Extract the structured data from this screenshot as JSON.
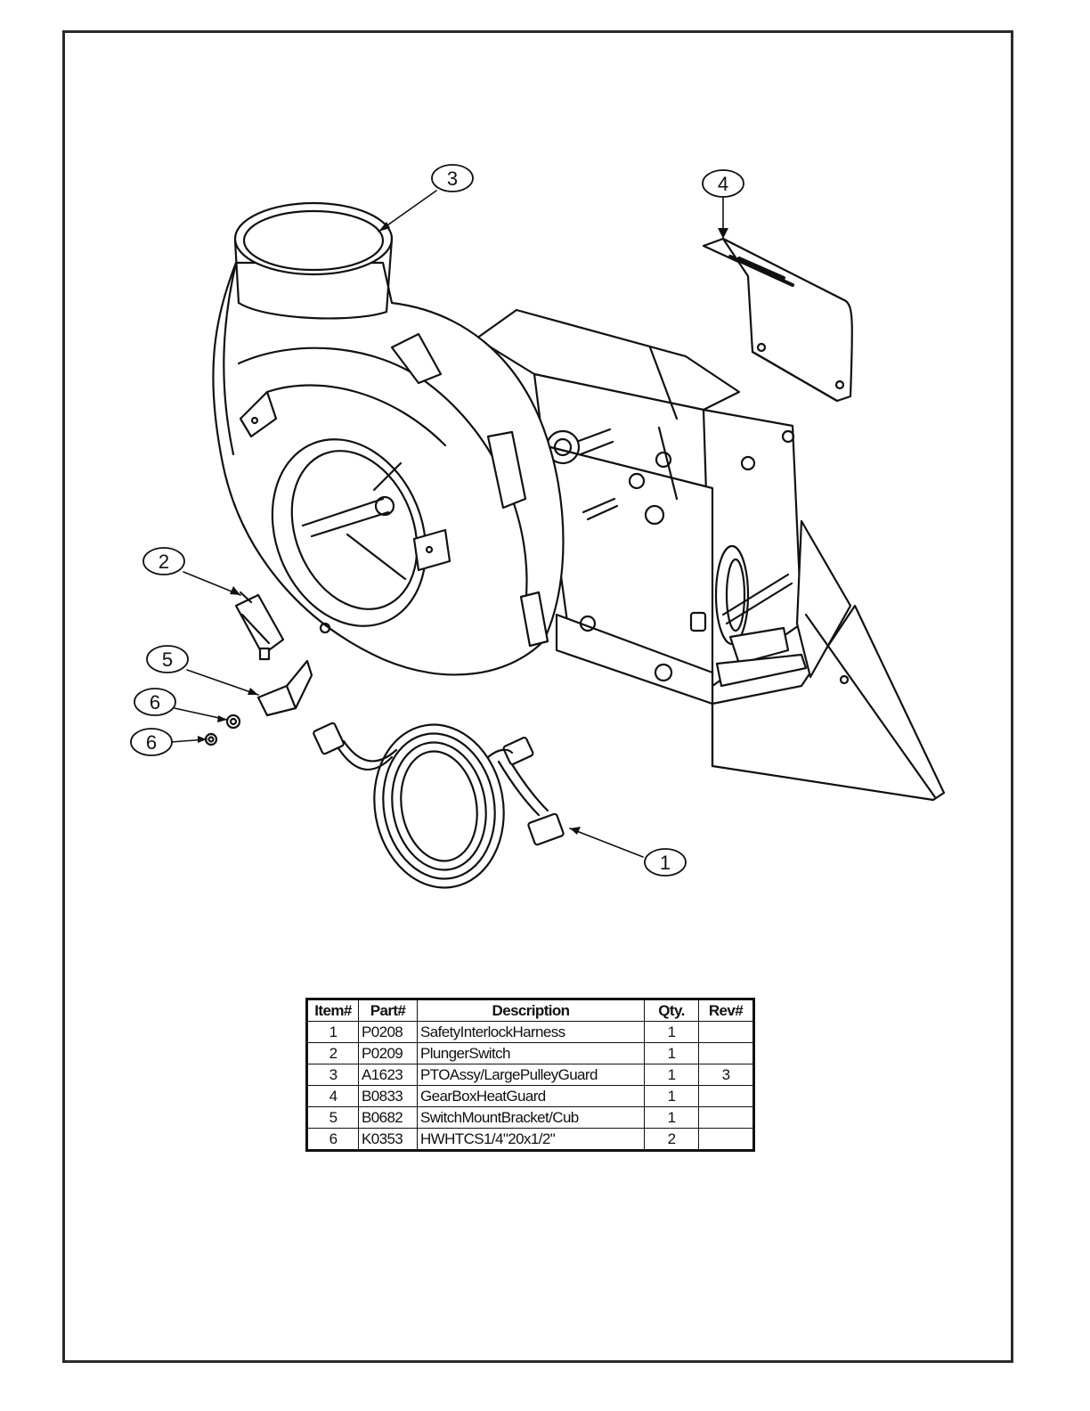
{
  "callouts": [
    {
      "id": "3",
      "text": "3"
    },
    {
      "id": "4",
      "text": "4"
    },
    {
      "id": "2",
      "text": "2"
    },
    {
      "id": "5",
      "text": "5"
    },
    {
      "id": "6a",
      "text": "6"
    },
    {
      "id": "6b",
      "text": "6"
    },
    {
      "id": "1",
      "text": "1"
    }
  ],
  "table": {
    "headers": [
      "Item#",
      "Part#",
      "Description",
      "Qty.",
      "Rev#"
    ],
    "rows": [
      [
        "1",
        "P0208",
        "SafetyInterlockHarness",
        "1",
        ""
      ],
      [
        "2",
        "P0209",
        "PlungerSwitch",
        "1",
        ""
      ],
      [
        "3",
        "A1623",
        "PTOAssy/LargePulleyGuard",
        "1",
        "3"
      ],
      [
        "4",
        "B0833",
        "GearBoxHeatGuard",
        "1",
        ""
      ],
      [
        "5",
        "B0682",
        "SwitchMountBracket/Cub",
        "1",
        ""
      ],
      [
        "6",
        "K0353",
        "HWHTCS1/4\"20x1/2\"",
        "2",
        ""
      ]
    ]
  }
}
